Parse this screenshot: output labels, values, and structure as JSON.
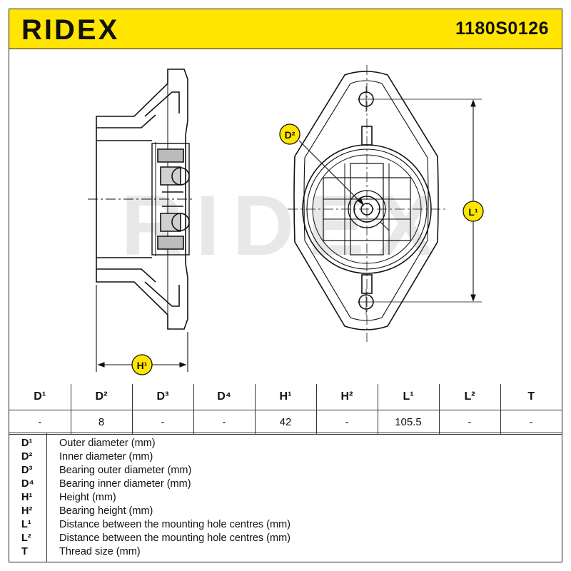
{
  "header": {
    "brand": "RIDEX",
    "part_number": "1180S0126"
  },
  "drawing": {
    "watermark": "RIDEX",
    "dim_labels": {
      "d2": "D²",
      "l1": "L¹",
      "h1": "H¹"
    }
  },
  "specs": {
    "headers": [
      "D¹",
      "D²",
      "D³",
      "D⁴",
      "H¹",
      "H²",
      "L¹",
      "L²",
      "T"
    ],
    "values": [
      "-",
      "8",
      "-",
      "-",
      "42",
      "-",
      "105.5",
      "-",
      "-"
    ]
  },
  "legend": [
    {
      "symbol": "D¹",
      "description": "Outer diameter (mm)"
    },
    {
      "symbol": "D²",
      "description": "Inner diameter (mm)"
    },
    {
      "symbol": "D³",
      "description": "Bearing outer diameter (mm)"
    },
    {
      "symbol": "D⁴",
      "description": "Bearing inner diameter (mm)"
    },
    {
      "symbol": "H¹",
      "description": "Height (mm)"
    },
    {
      "symbol": "H²",
      "description": "Bearing height (mm)"
    },
    {
      "symbol": "L¹",
      "description": "Distance between the mounting hole centres (mm)"
    },
    {
      "symbol": "L²",
      "description": "Distance between the mounting hole centres (mm)"
    },
    {
      "symbol": "T",
      "description": "Thread size (mm)"
    }
  ],
  "colors": {
    "accent": "#ffe500",
    "line": "#111111",
    "watermark": "#e6e6e6"
  }
}
